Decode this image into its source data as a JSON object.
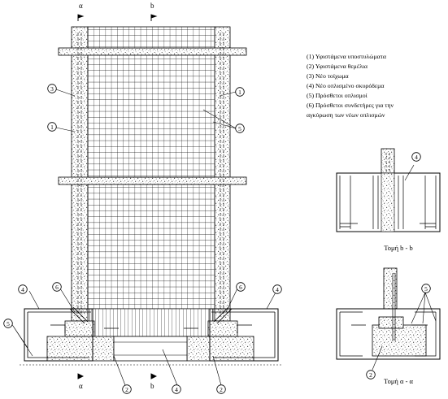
{
  "section_marks": {
    "a": "α",
    "b": "b"
  },
  "legend": [
    "(1)  Υφιστάμενα υποστυλώματα",
    "(2)  Υφιστάμενα θεμέλια",
    "(3)  Νέο τοίχωμα",
    "(4)  Νέο οπλισμένο σκυρόδεμα",
    "(5)  Πρόσθετοι οπλισμοί",
    "(6)  Πρόσθετοι συνδετήρες για την",
    "αγκύρωση των νέων οπλισμών"
  ],
  "callouts": {
    "n1": "1",
    "n2": "2",
    "n3": "3",
    "n4": "4",
    "n5": "5",
    "n6": "6"
  },
  "section_titles": {
    "bb": "Τομή b - b",
    "aa": "Τομή α - α"
  },
  "colors": {
    "ink": "#000000",
    "paper": "#ffffff",
    "speckle": "#3a3a3a"
  }
}
